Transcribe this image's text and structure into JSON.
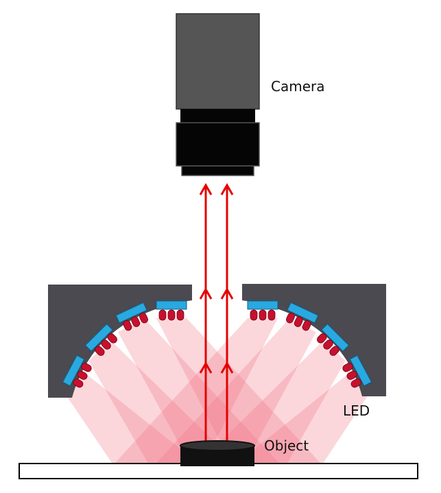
{
  "labels": {
    "camera": "Camera",
    "led": "LED",
    "object": "Object"
  },
  "colors": {
    "camera_body": "#555555",
    "camera_lens": "#050505",
    "led_housing": "#4a4a50",
    "led_strip": "#29a9e0",
    "led_bulb": "#c8102e",
    "light_beam": "#f07080",
    "ray_arrow": "#e60000",
    "stage_outline": "#000000"
  }
}
